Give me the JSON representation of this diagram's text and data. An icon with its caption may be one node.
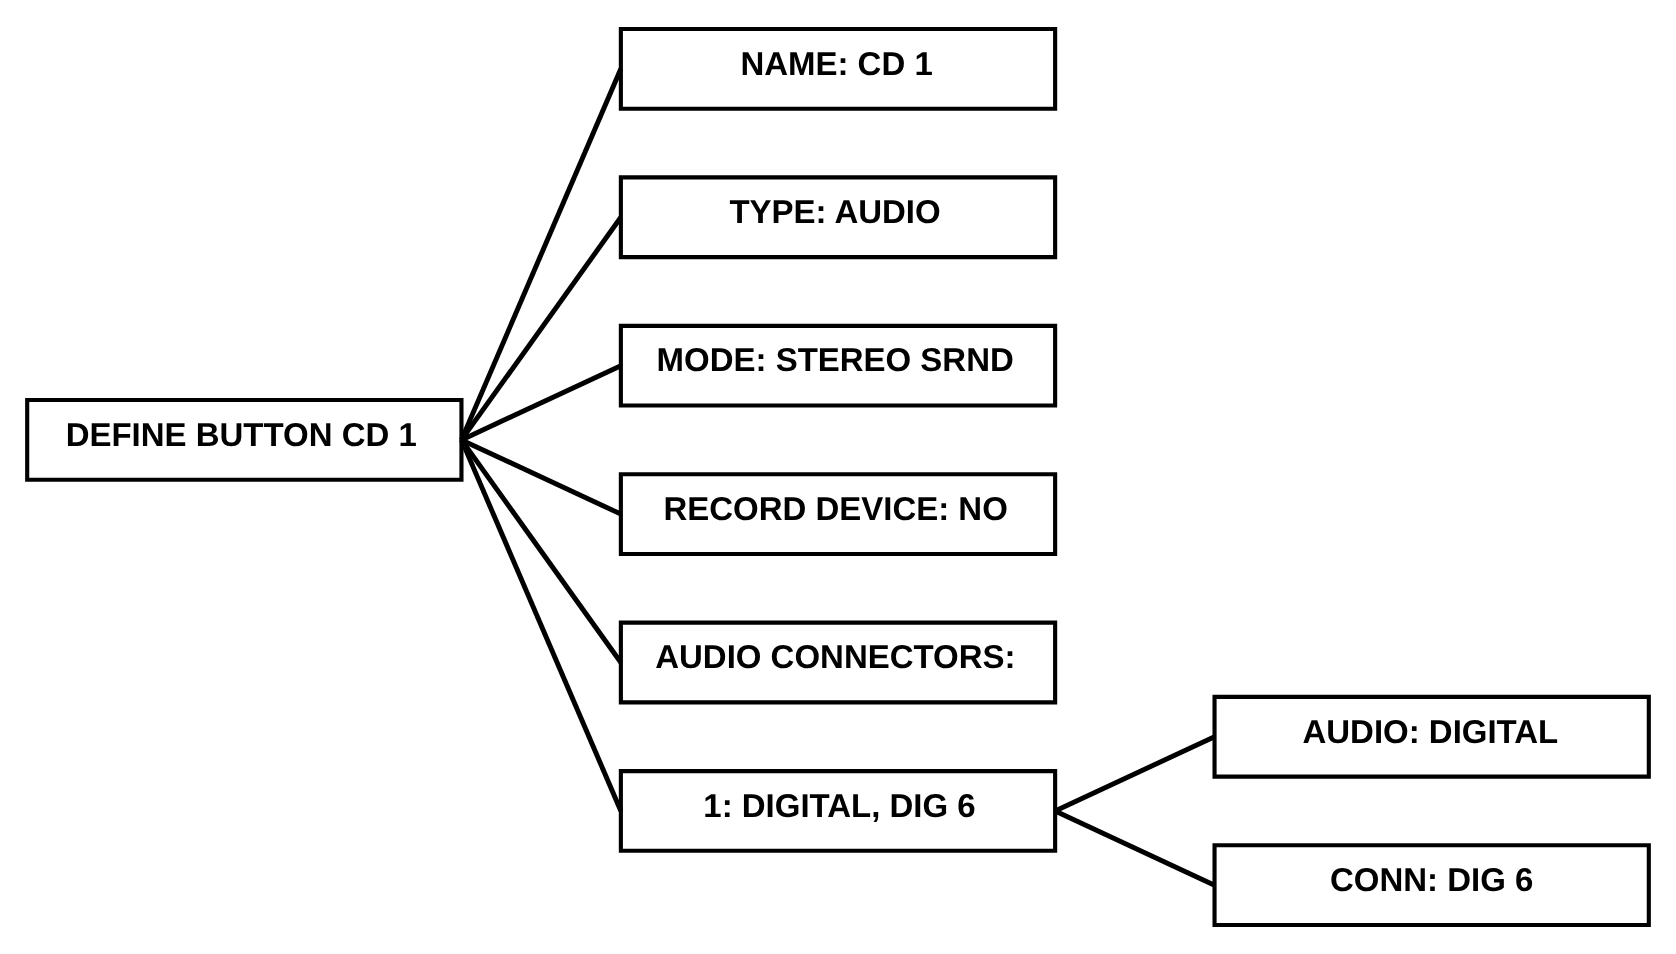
{
  "diagram": {
    "nodes": [
      {
        "text": [
          "DEFINE BUTTON CD 1"
        ]
      },
      {
        "text": [
          "NAME: CD 1"
        ]
      },
      {
        "text": [
          "TYPE: AUDIO"
        ]
      },
      {
        "text": [
          "MODE: STEREO SRND"
        ]
      },
      {
        "text": [
          "RECORD DEVICE: NO"
        ]
      },
      {
        "text": [
          "AUDIO CONNECTORS:"
        ]
      },
      {
        "text": [
          "1: DIGITAL, DIG 6"
        ]
      },
      {
        "text": [
          "AUDIO: DIGITAL"
        ]
      },
      {
        "text": [
          "CONN: DIG 6"
        ]
      }
    ],
    "edges": [
      {
        "from": 0,
        "to": 1,
        "arrow": "none"
      },
      {
        "from": 0,
        "to": 2,
        "arrow": "none"
      },
      {
        "from": 0,
        "to": 3,
        "arrow": "none"
      },
      {
        "from": 0,
        "to": 4,
        "arrow": "none"
      },
      {
        "from": 0,
        "to": 5,
        "arrow": "none"
      },
      {
        "from": 0,
        "to": 6,
        "arrow": "none"
      },
      {
        "from": 6,
        "to": 7,
        "arrow": "none"
      },
      {
        "from": 6,
        "to": 8,
        "arrow": "none"
      }
    ]
  }
}
